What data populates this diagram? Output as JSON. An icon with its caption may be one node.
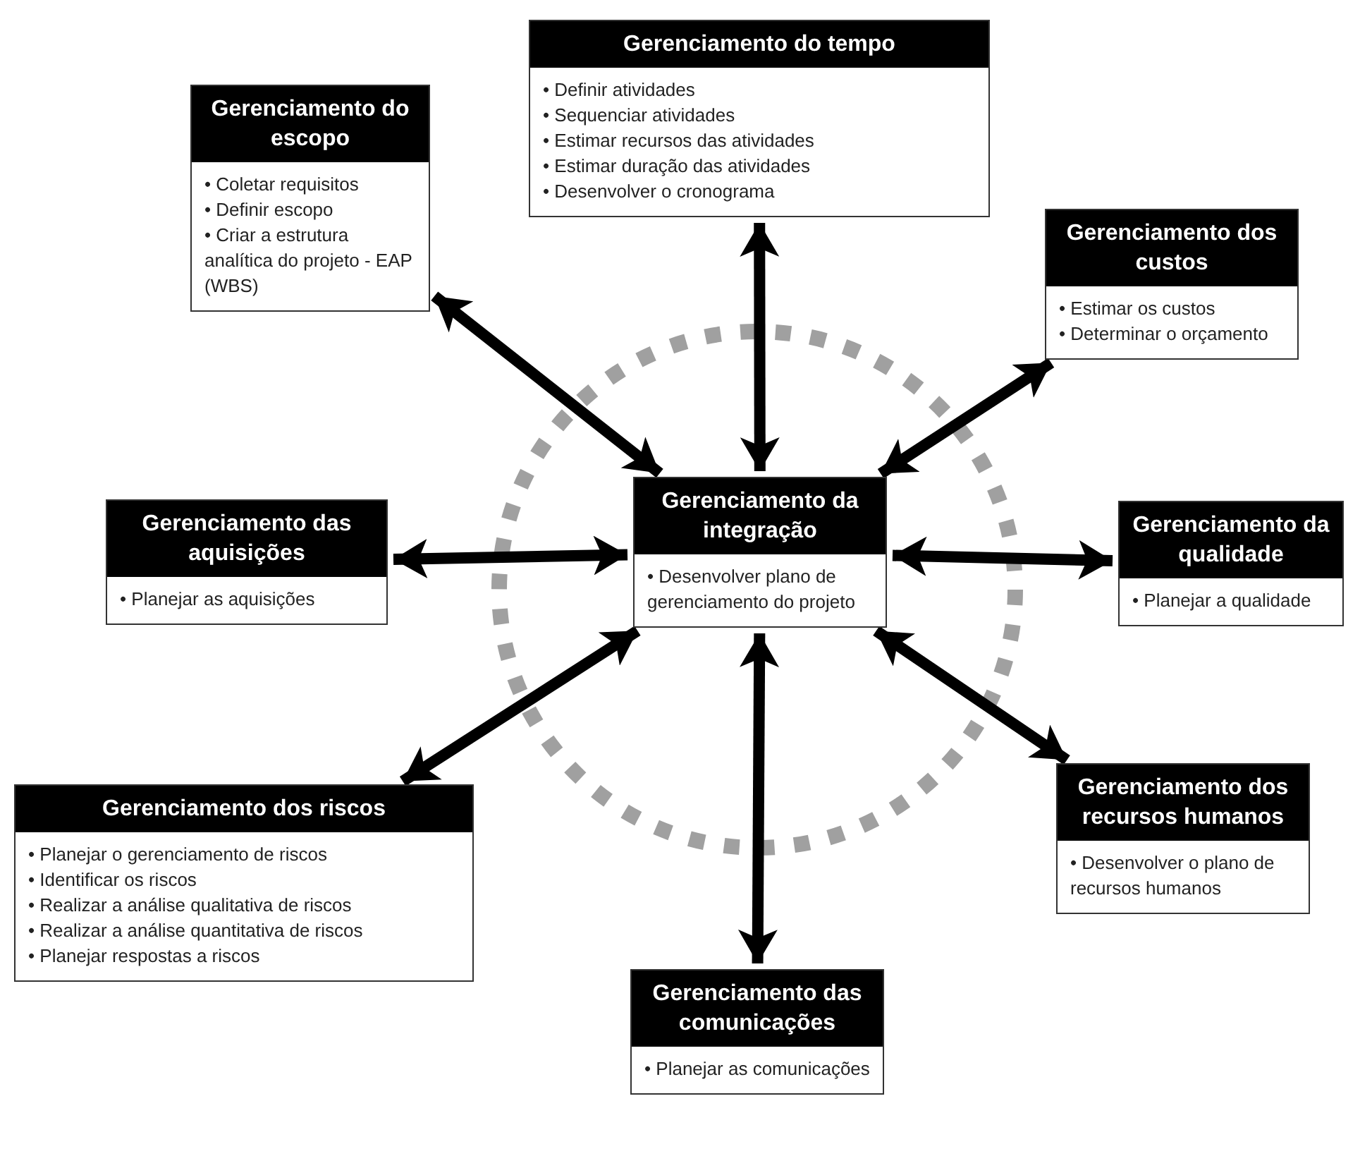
{
  "diagram": {
    "nodes": [
      {
        "text": [
          "Gerenciamento do tempo",
          "• Definir atividades",
          "• Sequenciar atividades",
          "• Estimar recursos das atividades",
          "• Estimar duração das atividades",
          "• Desenvolver o cronograma"
        ]
      },
      {
        "text": [
          "Gerenciamento do escopo",
          "• Coletar requisitos",
          "• Definir escopo",
          "• Criar a estrutura analítica do projeto - EAP (WBS)"
        ]
      },
      {
        "text": [
          "Gerenciamento dos custos",
          "• Estimar os custos",
          "• Determinar o orçamento"
        ]
      },
      {
        "text": [
          "Gerenciamento da integração",
          "• Desenvolver plano de gerenciamento do projeto"
        ]
      },
      {
        "text": [
          "Gerenciamento das aquisições",
          "• Planejar as aquisições"
        ]
      },
      {
        "text": [
          "Gerenciamento da qualidade",
          "• Planejar a qualidade"
        ]
      },
      {
        "text": [
          "Gerenciamento dos riscos",
          "• Planejar o gerenciamento de riscos",
          "• Identificar os riscos",
          "• Realizar a análise qualitativa de riscos",
          "• Realizar a análise quantitativa de riscos",
          "• Planejar respostas a riscos"
        ]
      },
      {
        "text": [
          "Gerenciamento dos recursos humanos",
          "• Desenvolver o plano de recursos humanos"
        ]
      },
      {
        "text": [
          "Gerenciamento das comunicações",
          "• Planejar as comunicações"
        ]
      }
    ],
    "edges": [
      {
        "from": 3,
        "to": 0,
        "arrow": "both"
      },
      {
        "from": 3,
        "to": 1,
        "arrow": "both"
      },
      {
        "from": 3,
        "to": 2,
        "arrow": "both"
      },
      {
        "from": 3,
        "to": 4,
        "arrow": "both"
      },
      {
        "from": 3,
        "to": 5,
        "arrow": "both"
      },
      {
        "from": 3,
        "to": 6,
        "arrow": "both"
      },
      {
        "from": 3,
        "to": 7,
        "arrow": "both"
      },
      {
        "from": 3,
        "to": 8,
        "arrow": "both"
      }
    ]
  }
}
